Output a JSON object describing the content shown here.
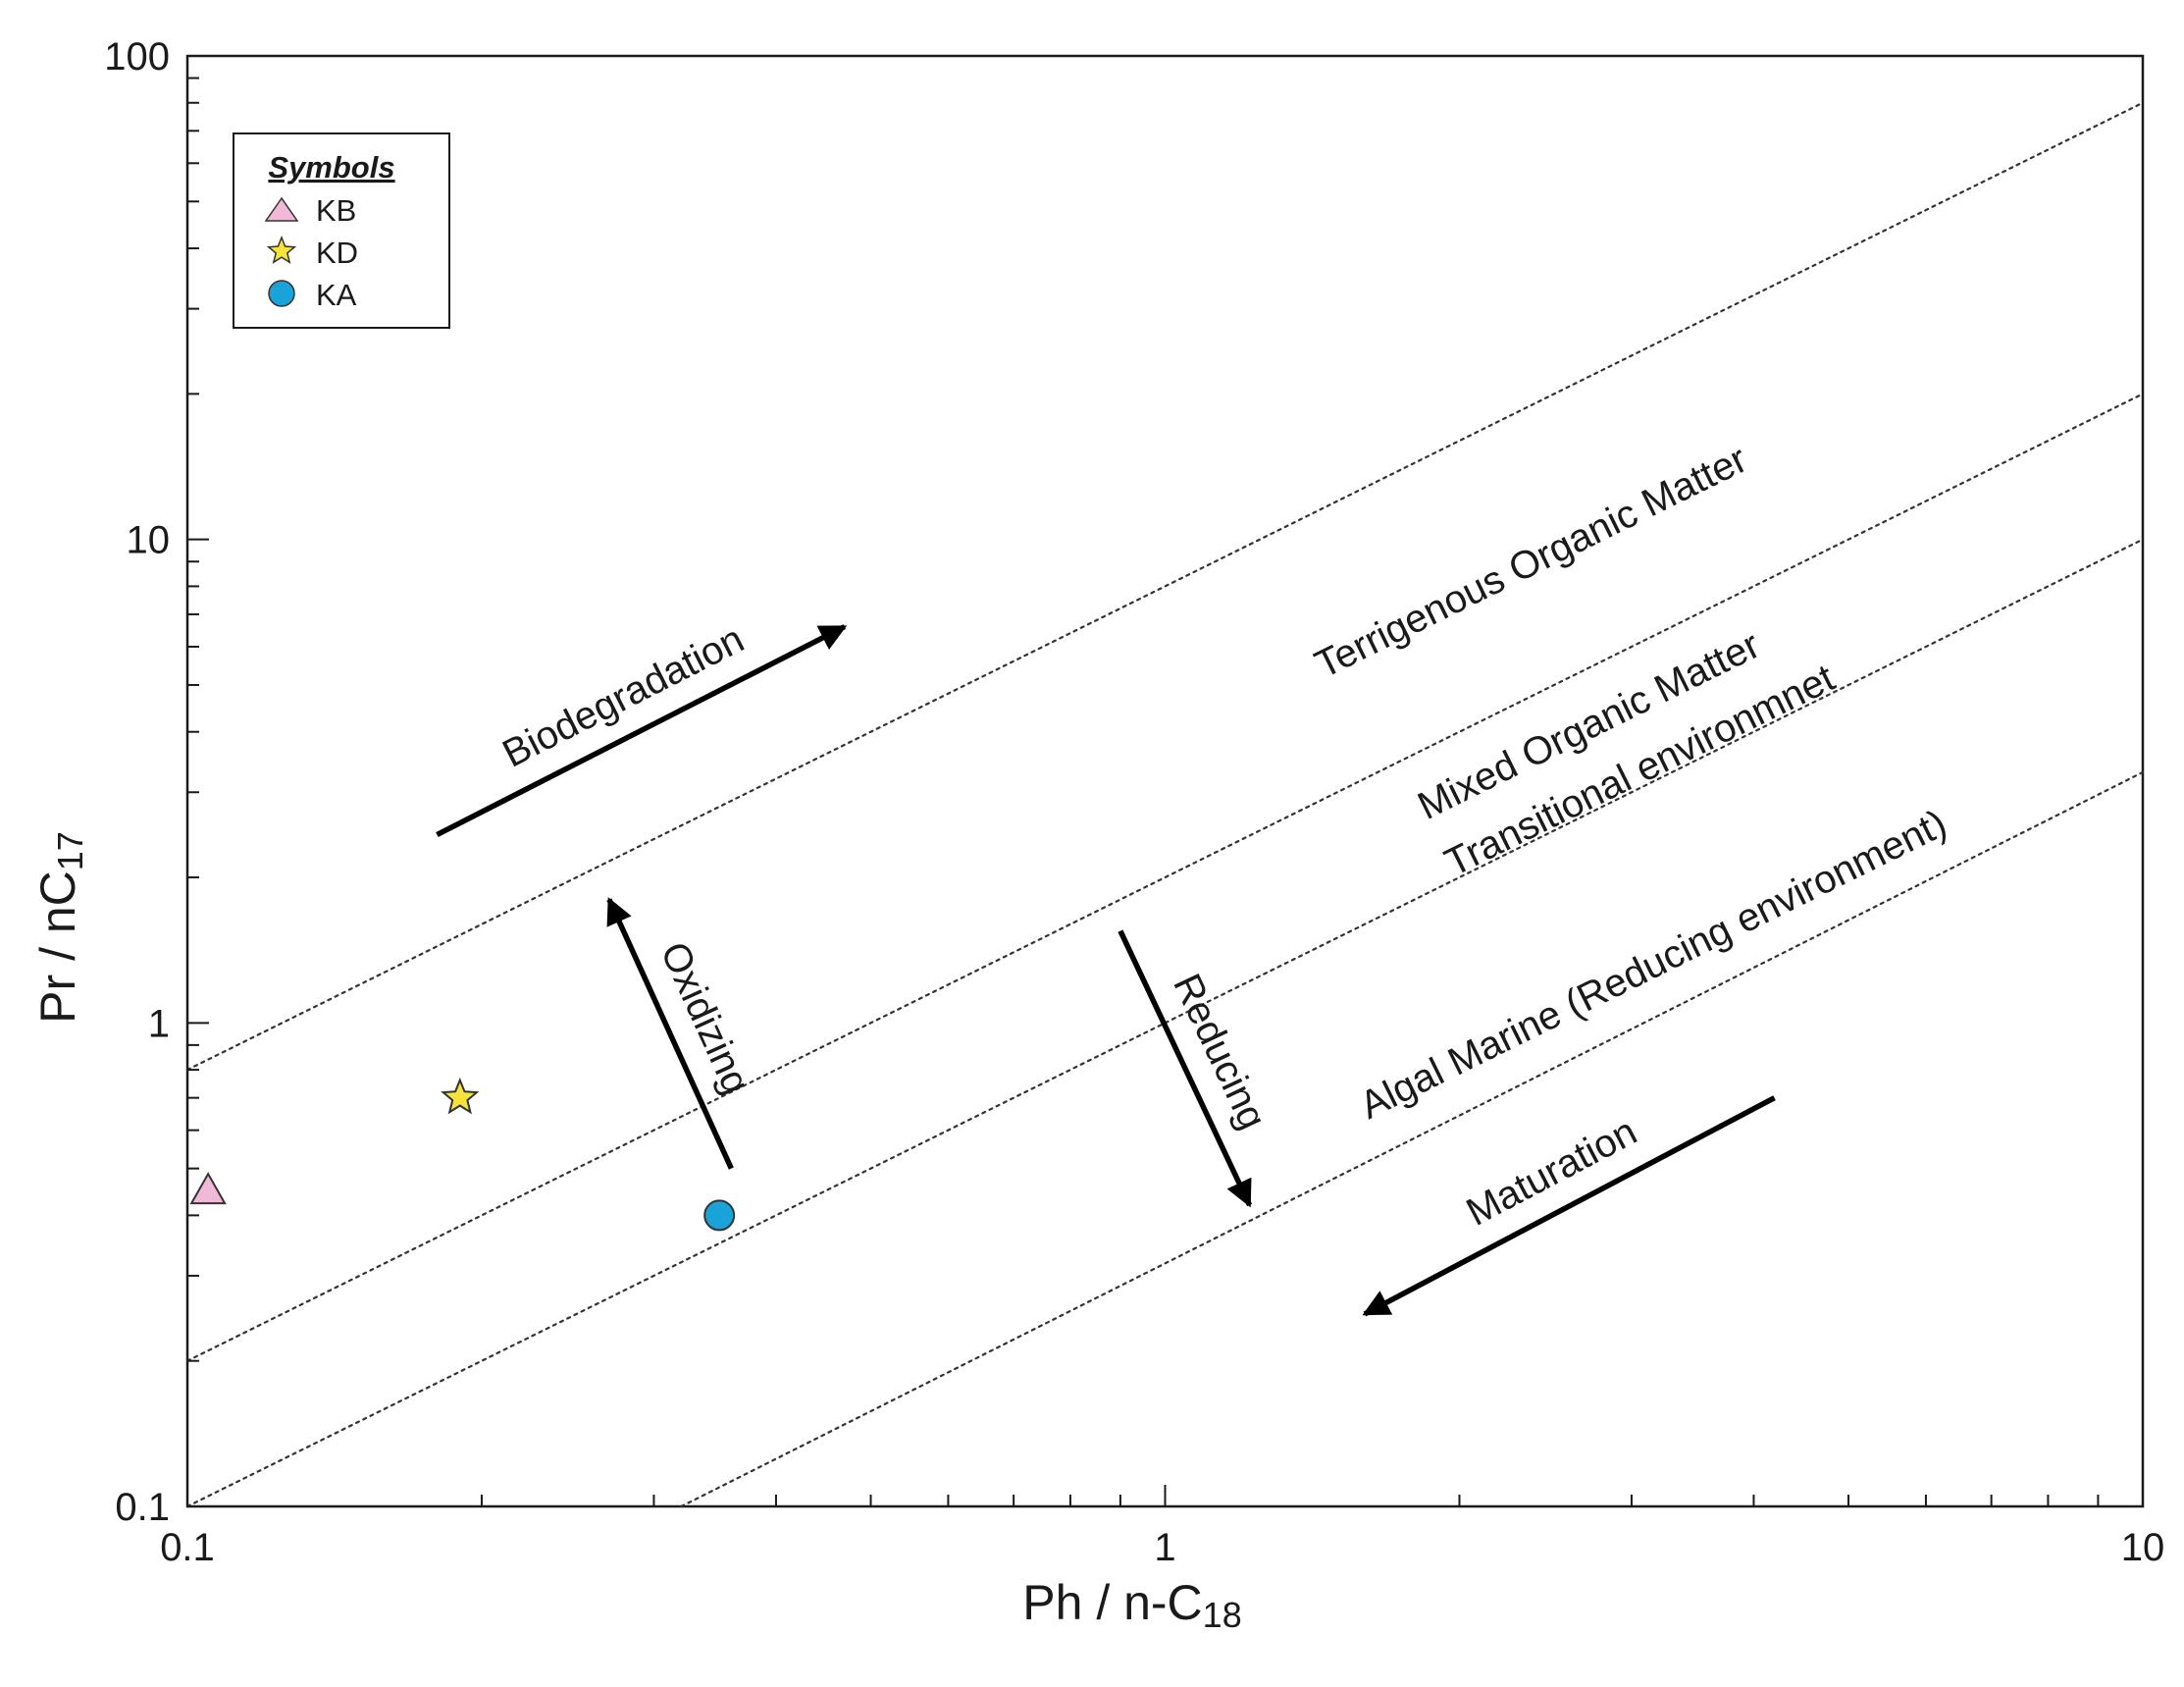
{
  "chart_data": {
    "type": "scatter",
    "title": "",
    "xlabel": "Ph / n-C",
    "xlabel_sub": "18",
    "ylabel": "Pr / nC",
    "ylabel_sub": "17",
    "x_scale": "log",
    "y_scale": "log",
    "xlim": [
      0.1,
      10
    ],
    "ylim": [
      0.1,
      100
    ],
    "grid": false,
    "x_ticks": [
      "0.1",
      "1",
      "10"
    ],
    "y_ticks": [
      "0.1",
      "1",
      "10",
      "100"
    ],
    "legend": {
      "title": "Symbols",
      "placement": "top-left",
      "entries": [
        {
          "label": "KB",
          "marker": "triangle",
          "color": "#f2b8d8"
        },
        {
          "label": "KD",
          "marker": "star",
          "color": "#f5e23a"
        },
        {
          "label": "KA",
          "marker": "circle",
          "color": "#1aa3d9"
        }
      ]
    },
    "series": [
      {
        "name": "KB",
        "marker": "triangle",
        "color": "#f2b8d8",
        "points": [
          {
            "x": 0.105,
            "y": 0.45
          }
        ]
      },
      {
        "name": "KD",
        "marker": "star",
        "color": "#f5e23a",
        "points": [
          {
            "x": 0.19,
            "y": 0.7
          }
        ]
      },
      {
        "name": "KA",
        "marker": "circle",
        "color": "#1aa3d9",
        "points": [
          {
            "x": 0.35,
            "y": 0.4
          }
        ]
      }
    ],
    "reference_lines": [
      {
        "style": "dotted",
        "from": [
          0.1,
          0.8
        ],
        "to": [
          10,
          80
        ]
      },
      {
        "style": "dotted",
        "from": [
          0.1,
          0.2
        ],
        "to": [
          10,
          20
        ]
      },
      {
        "style": "dotted",
        "from": [
          0.1,
          0.1
        ],
        "to": [
          10,
          10
        ]
      },
      {
        "style": "dotted",
        "from": [
          0.32,
          0.1
        ],
        "to": [
          10,
          3.3
        ]
      }
    ],
    "zone_labels": [
      {
        "text": "Terrigenous Organic Matter",
        "x": 2.4,
        "y": 8.5
      },
      {
        "text": "Mixed Organic Matter",
        "x": 2.75,
        "y": 3.9
      },
      {
        "text": "Transitional environmnet",
        "x": 3.1,
        "y": 3.15
      },
      {
        "text": "Algal Marine (Reducing environment)",
        "x": 3.2,
        "y": 1.25
      }
    ],
    "process_arrows": [
      {
        "label": "Biodegradation",
        "from": [
          0.18,
          2.45
        ],
        "to": [
          0.47,
          6.6
        ]
      },
      {
        "label": "Oxidizing",
        "from": [
          0.36,
          0.5
        ],
        "to": [
          0.27,
          1.8
        ]
      },
      {
        "label": "Reducing",
        "from": [
          0.9,
          1.55
        ],
        "to": [
          1.22,
          0.42
        ]
      },
      {
        "label": "Maturation",
        "from": [
          4.2,
          0.7
        ],
        "to": [
          1.6,
          0.25
        ]
      }
    ]
  }
}
